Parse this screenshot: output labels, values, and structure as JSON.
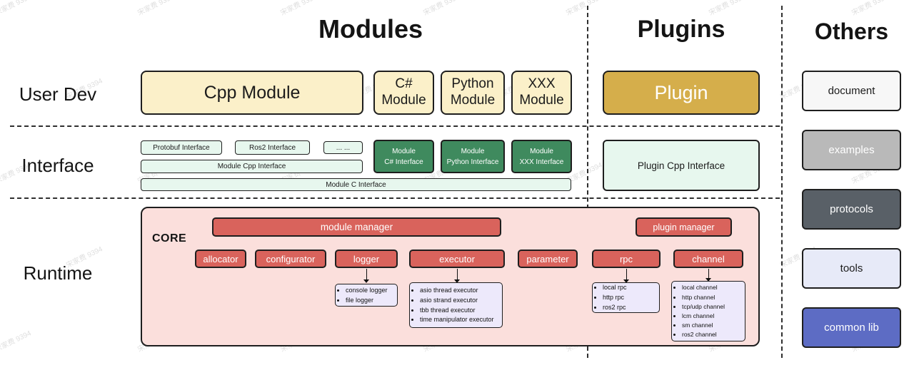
{
  "watermark": {
    "text": "宋家费 9394"
  },
  "headers": {
    "modules": "Modules",
    "plugins": "Plugins",
    "others": "Others"
  },
  "row_labels": {
    "user_dev": "User Dev",
    "interface": "Interface",
    "runtime": "Runtime"
  },
  "modules": {
    "cpp_module": "Cpp Module",
    "csharp_module": "C#\nModule",
    "python_module": "Python\nModule",
    "xxx_module": "XXX\nModule"
  },
  "plugins": {
    "plugin": "Plugin",
    "plugin_cpp_interface": "Plugin Cpp Interface"
  },
  "interface": {
    "protobuf": "Protobuf Interface",
    "ros2": "Ros2 Interface",
    "ellipsis": "... ...",
    "module_cpp": "Module Cpp Interface",
    "module_c": "Module C Interface",
    "module_csharp": "Module\nC# Interface",
    "module_python": "Module\nPython Interface",
    "module_xxx": "Module\nXXX Interface"
  },
  "runtime": {
    "core_label": "CORE",
    "module_manager": "module manager",
    "plugin_manager": "plugin manager",
    "components": [
      "allocator",
      "configurator",
      "logger",
      "executor",
      "parameter",
      "rpc",
      "channel"
    ],
    "logger_items": [
      "console logger",
      "file logger"
    ],
    "executor_items": [
      "asio thread executor",
      "asio strand executor",
      "tbb thread executor",
      "time manipulator executor"
    ],
    "rpc_items": [
      "local rpc",
      "http rpc",
      "ros2 rpc"
    ],
    "channel_items": [
      "local channel",
      "http channel",
      "tcp/udp channel",
      "lcm channel",
      "sm channel",
      "ros2 channel"
    ]
  },
  "others": {
    "items": [
      {
        "label": "document",
        "bg": "#f7f7f7",
        "fg": "#1c1c1c"
      },
      {
        "label": "examples",
        "bg": "#b9b9b9",
        "fg": "#ffffff"
      },
      {
        "label": "protocols",
        "bg": "#596067",
        "fg": "#ffffff"
      },
      {
        "label": "tools",
        "bg": "#e7eaf8",
        "fg": "#1c1c1c"
      },
      {
        "label": "common lib",
        "bg": "#5d6cc4",
        "fg": "#ffffff"
      }
    ]
  },
  "colors": {
    "cream": "#fbf0c9",
    "gold": "#d5ae4b",
    "light_green": "#e7f7ee",
    "dark_green": "#3f8a5e",
    "core_pink": "#fbdfdc",
    "red": "#d9635c",
    "lavender": "#ede9fb"
  }
}
